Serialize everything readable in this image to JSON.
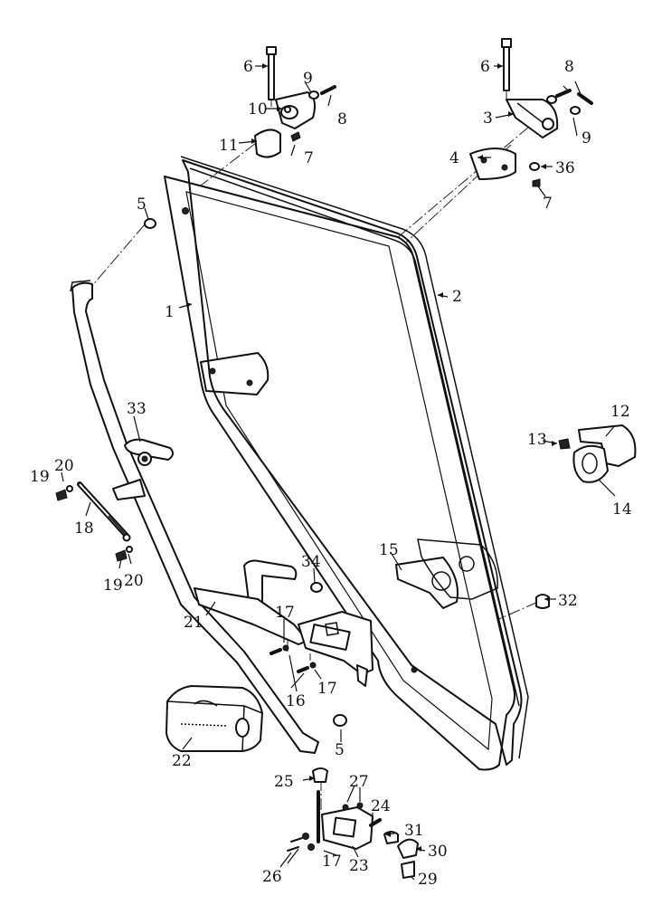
{
  "callouts": {
    "c1": "1",
    "c2": "2",
    "c3": "3",
    "c4": "4",
    "c5a": "5",
    "c5b": "5",
    "c6a": "6",
    "c6b": "6",
    "c7a": "7",
    "c7b": "7",
    "c8a": "8",
    "c8b": "8",
    "c9a": "9",
    "c9b": "9",
    "c10": "10",
    "c11": "11",
    "c12": "12",
    "c13": "13",
    "c14": "14",
    "c15": "15",
    "c16": "16",
    "c17a": "17",
    "c17b": "17",
    "c17c": "17",
    "c18": "18",
    "c19a": "19",
    "c19b": "19",
    "c20a": "20",
    "c20b": "20",
    "c21": "21",
    "c22": "22",
    "c23": "23",
    "c24": "24",
    "c25": "25",
    "c26": "26",
    "c27": "27",
    "c29": "29",
    "c30": "30",
    "c31": "31",
    "c32": "32",
    "c33": "33",
    "c34": "34",
    "c36": "36"
  }
}
